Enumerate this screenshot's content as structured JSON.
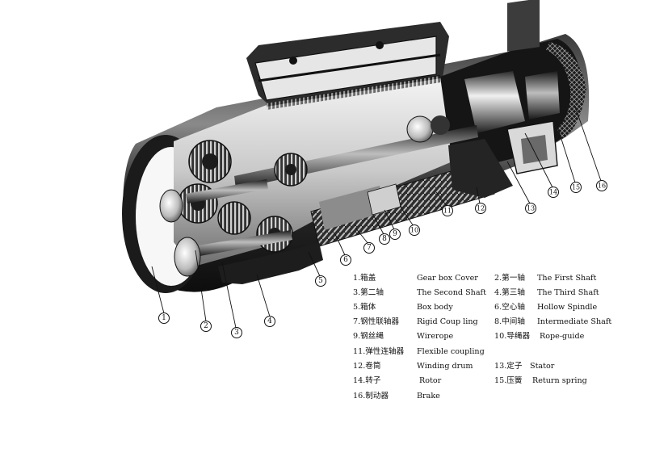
{
  "legend": {
    "left": [
      {
        "num": "1.",
        "zh": "箱盖",
        "en": "Gear box Cover"
      },
      {
        "num": "3.",
        "zh": "第二轴",
        "en": "The Second Shaft"
      },
      {
        "num": "5.",
        "zh": "箱体",
        "en": "Box body"
      },
      {
        "num": "7.",
        "zh": "钢性联轴器",
        "en": "Rigid Coup ling"
      },
      {
        "num": "9.",
        "zh": "钢丝绳",
        "en": "Wirerope"
      },
      {
        "num": "11.",
        "zh": "弹性连轴器",
        "en": "Flexible coupling"
      },
      {
        "num": "12.",
        "zh": "卷筒",
        "en": "Winding drum"
      },
      {
        "num": "14.",
        "zh": "转子",
        "en": "Rotor"
      },
      {
        "num": "16.",
        "zh": "制动器",
        "en": "Brake"
      }
    ],
    "right": [
      {
        "num": "2.",
        "zh": "第一轴",
        "en": "The First Shaft"
      },
      {
        "num": "4.",
        "zh": "第三轴",
        "en": "The Third Shaft"
      },
      {
        "num": "6.",
        "zh": "空心轴",
        "en": "Hollow Spindle"
      },
      {
        "num": "8.",
        "zh": "中间轴",
        "en": "Intermediate Shaft"
      },
      {
        "num": "10.",
        "zh": "导绳器",
        "en": "Rope-guide"
      },
      {
        "num": "13.",
        "zh": "定子",
        "en": "Stator"
      },
      {
        "num": "15.",
        "zh": "压簧",
        "en": "Return spring"
      }
    ]
  },
  "callouts": [
    "1",
    "2",
    "3",
    "4",
    "5",
    "6",
    "7",
    "8",
    "9",
    "10",
    "11",
    "12",
    "13",
    "14",
    "15",
    "16"
  ],
  "colors": {
    "ink": "#111111",
    "metal_dark": "#2a2a2a",
    "metal_mid": "#7a7a7a",
    "metal_light": "#d8d8d8",
    "background": "#ffffff"
  }
}
